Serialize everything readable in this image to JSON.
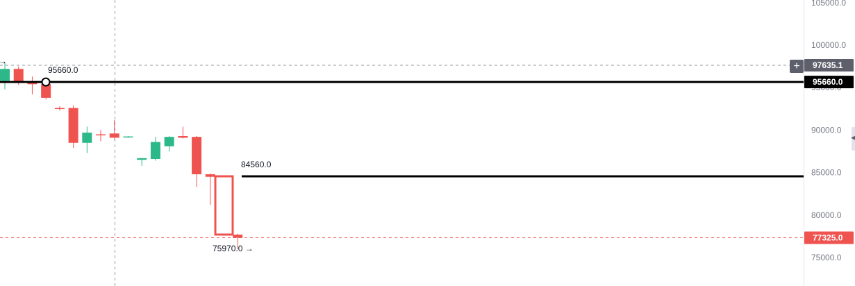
{
  "chart_data": {
    "type": "candlestick",
    "y_axis": {
      "ticks": [
        "105000.0",
        "100000.0",
        "95000.0",
        "90000.0",
        "85000.0",
        "80000.0",
        "75000.0"
      ],
      "tick_values": [
        105000,
        100000,
        95000,
        90000,
        85000,
        80000,
        75000
      ],
      "position": "right"
    },
    "candles": [
      {
        "o": 95800,
        "h": 97900,
        "l": 94800,
        "c": 97200
      },
      {
        "o": 97200,
        "h": 97500,
        "l": 95300,
        "c": 95600
      },
      {
        "o": 95600,
        "h": 96300,
        "l": 94200,
        "c": 95400
      },
      {
        "o": 95400,
        "h": 95700,
        "l": 93600,
        "c": 93800
      },
      {
        "o": 92600,
        "h": 92800,
        "l": 92300,
        "c": 92500
      },
      {
        "o": 92600,
        "h": 92900,
        "l": 87900,
        "c": 88500
      },
      {
        "o": 88500,
        "h": 90400,
        "l": 87300,
        "c": 89700
      },
      {
        "o": 89500,
        "h": 90000,
        "l": 88700,
        "c": 89400
      },
      {
        "o": 89600,
        "h": 91200,
        "l": 88900,
        "c": 89100
      },
      {
        "o": 89200,
        "h": 89300,
        "l": 89100,
        "c": 89250
      },
      {
        "o": 86500,
        "h": 86700,
        "l": 85800,
        "c": 86700
      },
      {
        "o": 86600,
        "h": 89200,
        "l": 86400,
        "c": 88600
      },
      {
        "o": 88100,
        "h": 89300,
        "l": 87500,
        "c": 89200
      },
      {
        "o": 89300,
        "h": 90400,
        "l": 89000,
        "c": 89100
      },
      {
        "o": 89200,
        "h": 89300,
        "l": 83300,
        "c": 84800
      },
      {
        "o": 84800,
        "h": 84900,
        "l": 81200,
        "c": 84500
      },
      {
        "o": 84560,
        "h": 84600,
        "l": 77700,
        "c": 77700
      },
      {
        "o": 77700,
        "h": 77800,
        "l": 75970,
        "c": 77325
      }
    ],
    "horizontal_lines": [
      {
        "value": 95660.0,
        "label": "95660.0"
      },
      {
        "value": 84560.0,
        "label": "84560.0"
      }
    ],
    "low_marker": {
      "value": 75970.0,
      "label": "75970.0 →"
    },
    "price_badges": [
      {
        "value": 97635.1,
        "label": "97635.1",
        "color": "#5d606b"
      },
      {
        "value": 95660.0,
        "label": "95660.0",
        "color": "#000000"
      },
      {
        "value": 77325.0,
        "label": "77325.0",
        "color": "#ef5350"
      }
    ],
    "crosshair": {
      "price": 97635.1
    },
    "colors": {
      "up": "#26a69a",
      "up_fill": "#2db88a",
      "down": "#ef5350",
      "line": "#000000",
      "axis": "#787b86"
    }
  },
  "ui": {
    "plus_button": "+",
    "collapse_arrow": "◀"
  }
}
